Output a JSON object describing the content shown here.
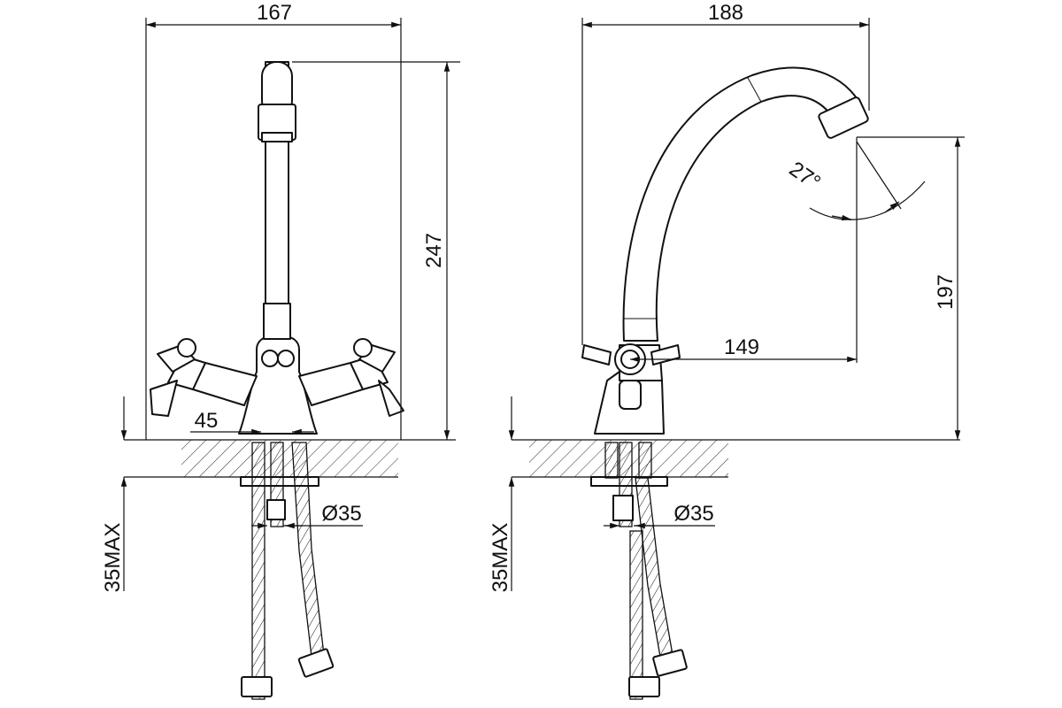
{
  "left_view": {
    "width_label": "167",
    "height_label": "247",
    "handle_offset_label": "45",
    "diameter_label": "Ø35",
    "max_thickness_label": "35MAX"
  },
  "right_view": {
    "width_label": "188",
    "reach_label": "149",
    "height_label": "197",
    "angle_label": "27°",
    "diameter_label": "Ø35",
    "max_thickness_label": "35MAX"
  }
}
